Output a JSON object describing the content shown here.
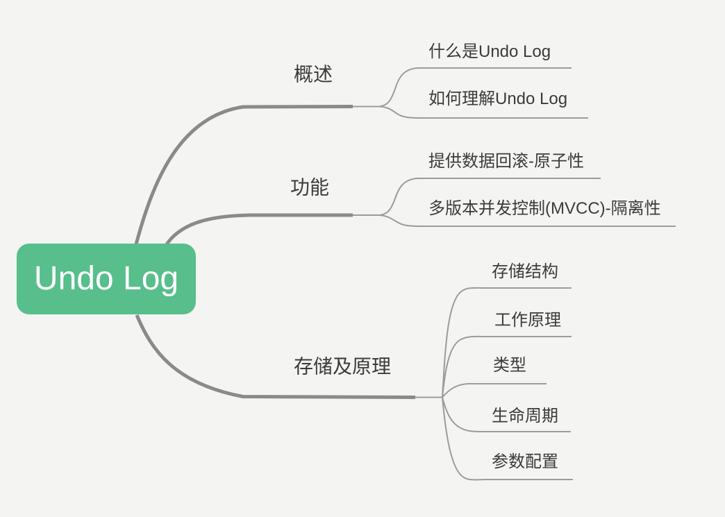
{
  "palette": {
    "background": "#f4f4f2",
    "branch_line": "#8a8a8a",
    "child_line": "#9b9b9b",
    "text": "#3b3b3b",
    "root_fill": "#57be8c",
    "root_text": "#ffffff"
  },
  "root": {
    "label": "Undo Log"
  },
  "branches": [
    {
      "label": "概述",
      "children": [
        {
          "label": "什么是Undo Log"
        },
        {
          "label": "如何理解Undo Log"
        }
      ]
    },
    {
      "label": "功能",
      "children": [
        {
          "label": "提供数据回滚-原子性"
        },
        {
          "label": "多版本并发控制(MVCC)-隔离性"
        }
      ]
    },
    {
      "label": "存储及原理",
      "children": [
        {
          "label": "存储结构"
        },
        {
          "label": "工作原理"
        },
        {
          "label": "类型"
        },
        {
          "label": "生命周期"
        },
        {
          "label": "参数配置"
        }
      ]
    }
  ]
}
